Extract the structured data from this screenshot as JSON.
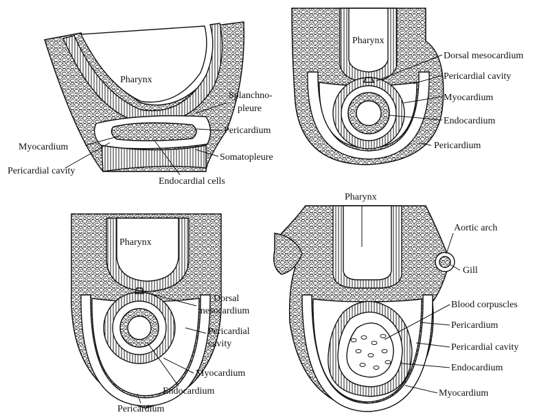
{
  "panels": {
    "top_left": {
      "labels": {
        "pharynx": "Pharynx",
        "splanchnopleure_1": "Splanchno-",
        "splanchnopleure_2": "pleure",
        "pericardium": "Pericardium",
        "myocardium": "Myocardium",
        "somatopleure": "Somatopleure",
        "pericardial_cavity": "Pericardial cavity",
        "endocardial_cells": "Endocardial cells"
      }
    },
    "top_right": {
      "labels": {
        "pharynx": "Pharynx",
        "dorsal_mesocardium": "Dorsal mesocardium",
        "pericardial_cavity": "Pericardial cavity",
        "myocardium": "Myocardium",
        "endocardium": "Endocardium",
        "pericardium": "Pericardium"
      }
    },
    "bottom_left": {
      "labels": {
        "pharynx": "Pharynx",
        "dorsal_1": "Dorsal",
        "dorsal_2": "mesocardium",
        "pericardial_1": "Pericardial",
        "pericardial_2": "cavity",
        "myocardium": "Myocardium",
        "endocardium": "Endocardium",
        "pericardium": "Pericardium"
      }
    },
    "bottom_right": {
      "labels": {
        "pharynx": "Pharynx",
        "aortic_arch": "Aortic arch",
        "gill": "Gill",
        "blood_corpuscles": "Blood corpuscles",
        "pericardium": "Pericardium",
        "pericardial_cavity": "Pericardial cavity",
        "endocardium": "Endocardium",
        "myocardium": "Myocardium"
      }
    }
  }
}
